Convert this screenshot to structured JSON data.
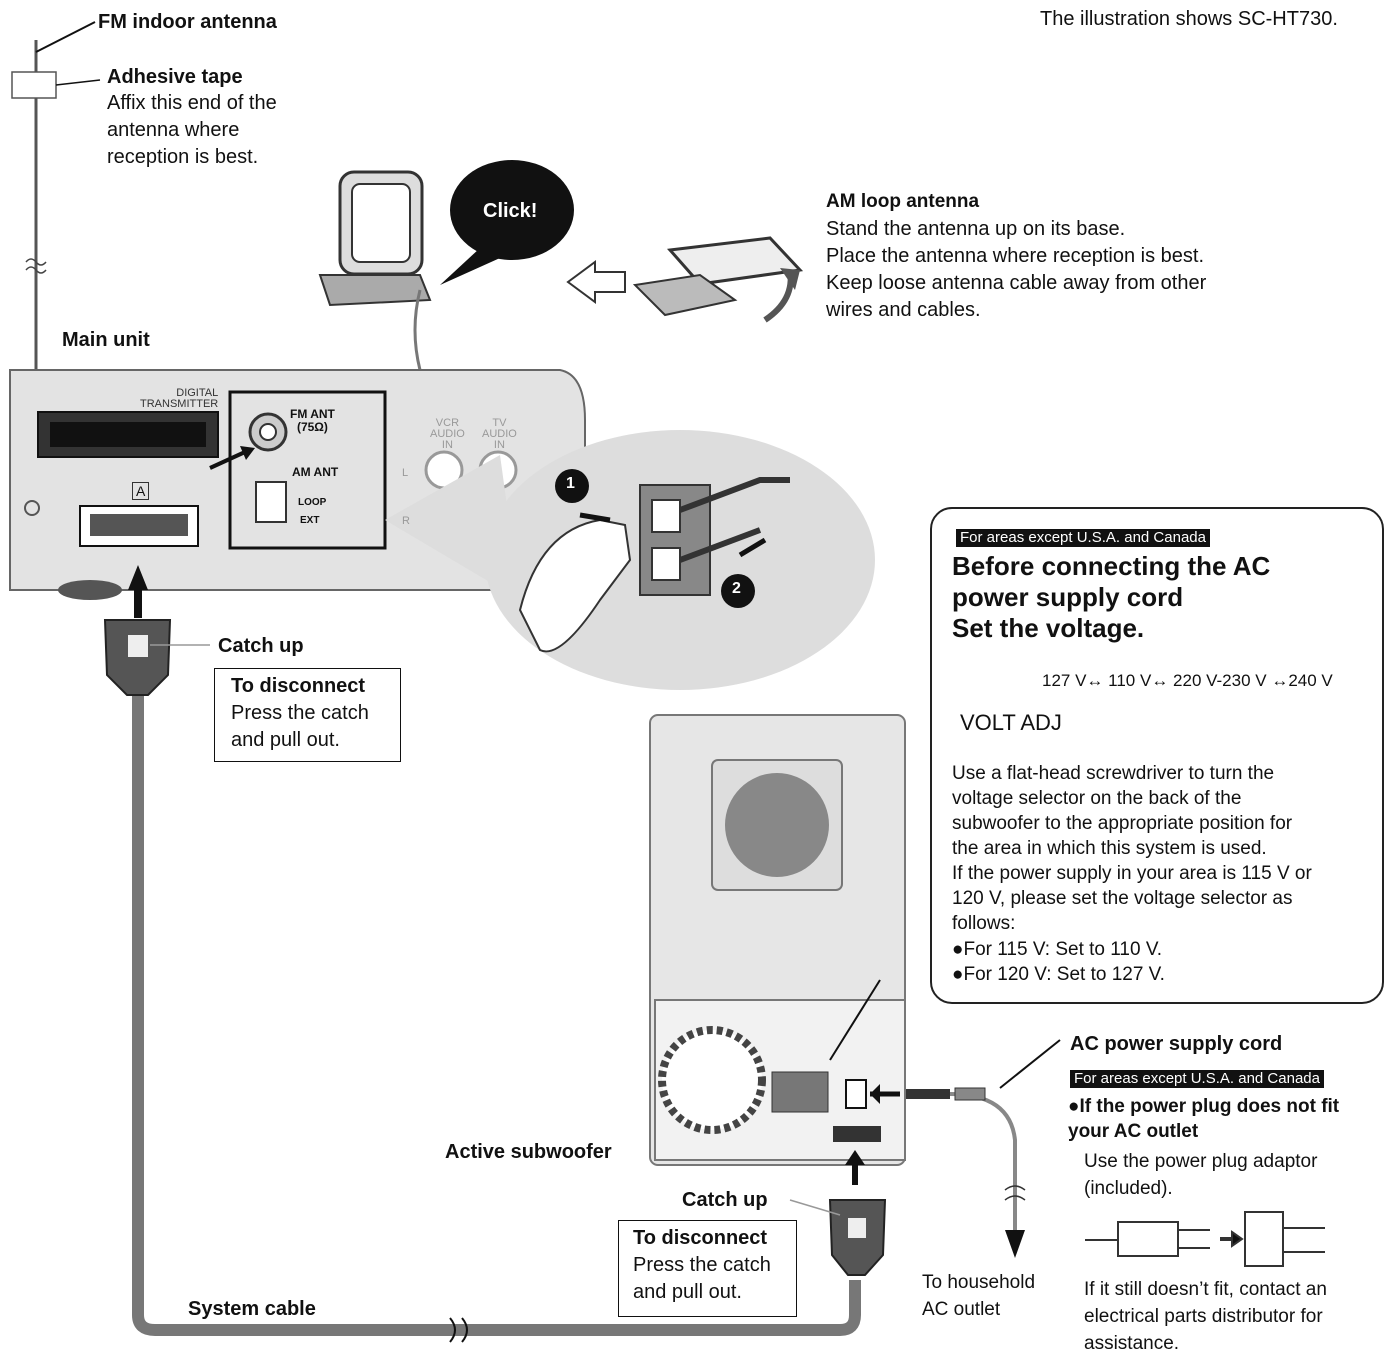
{
  "header": {
    "model_note": "The illustration shows SC-HT730."
  },
  "fm": {
    "title": "FM indoor antenna",
    "tape_title": "Adhesive tape",
    "tape_desc": "Affix this end of the\nantenna where\nreception is best."
  },
  "click_label": "Click!",
  "am": {
    "title": "AM loop antenna",
    "desc": "Stand the antenna up on its base.\nPlace the antenna where reception is best.\nKeep loose antenna cable away from other\nwires and cables."
  },
  "main_unit": {
    "label": "Main unit",
    "digital_transmitter": "DIGITAL\nTRANSMITTER",
    "fm_ant": "FM ANT\n(75Ω)",
    "am_ant": "AM ANT",
    "loop": "LOOP",
    "ext": "EXT",
    "vcr": "VCR\nAUDIO\nIN",
    "tv": "TV\nAUDIO\nIN",
    "terminal_a": "A",
    "l": "L",
    "r": "R",
    "step1": "1",
    "step2": "2"
  },
  "catch1": {
    "label": "Catch up",
    "box_title": "To disconnect",
    "box_text": "Press the catch\nand pull out."
  },
  "voltage_box": {
    "tag": "For areas except U.S.A. and Canada",
    "heading": "Before connecting the AC\npower supply cord\nSet the voltage.",
    "scale": "127 V↔ 110 V↔ 220 V-230 V ↔240 V",
    "volt_adj": "VOLT ADJ",
    "body": "Use a flat-head screwdriver to turn the\nvoltage selector on the back of the\nsubwoofer to the appropriate position for\nthe area in which this system is used.\nIf the power supply in your area is 115 V or\n120 V, please set the voltage selector as\nfollows:",
    "bullets": [
      "For 115 V: Set to 110 V.",
      "For 120 V: Set to 127 V."
    ]
  },
  "subwoofer": {
    "label": "Active subwoofer"
  },
  "catch2": {
    "label": "Catch up",
    "box_title": "To disconnect",
    "box_text": "Press the catch\nand pull out."
  },
  "system_cable": "System cable",
  "ac_cord": {
    "title": "AC power supply cord",
    "tag": "For areas except U.S.A. and Canada",
    "bullet_title": "If the power plug does not fit\nyour AC outlet",
    "bullet_text": "Use the power plug adaptor\n(included).",
    "footer": "If it still doesn’t fit, contact an\nelectrical parts distributor for\nassistance."
  },
  "outlet": "To household\nAC outlet"
}
